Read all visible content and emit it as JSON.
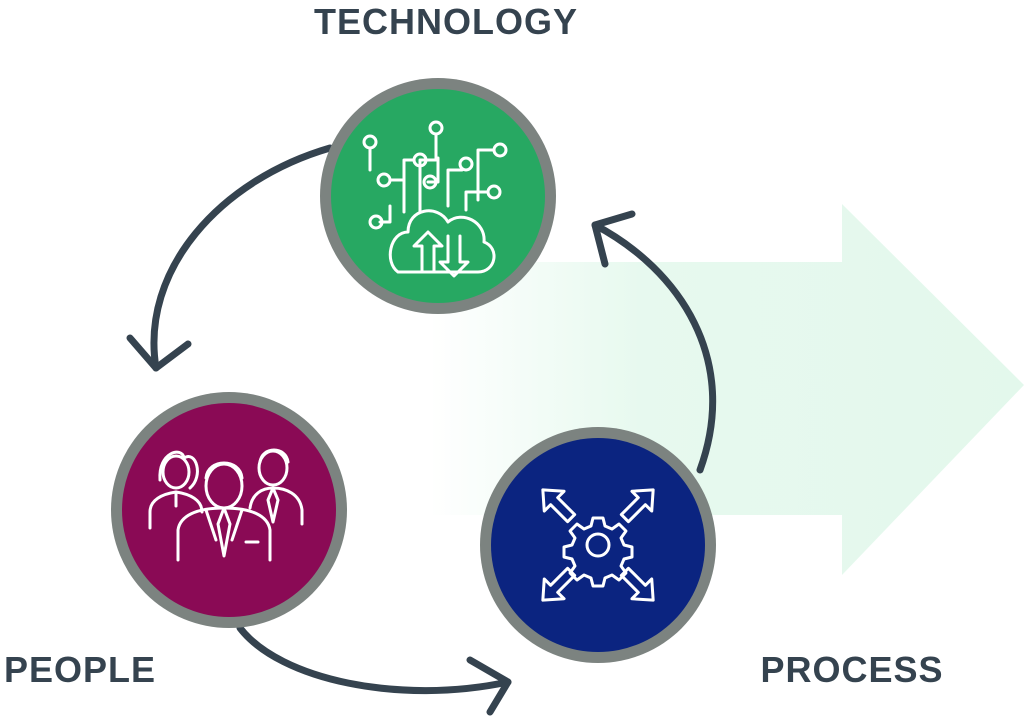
{
  "labels": {
    "technology": "TECHNOLOGY",
    "people": "PEOPLE",
    "process": "PROCESS"
  },
  "nodes": [
    {
      "id": "technology",
      "fill": "#27a862",
      "icon": "circuit-cloud-icon"
    },
    {
      "id": "people",
      "fill": "#8a0a55",
      "icon": "team-people-icon"
    },
    {
      "id": "process",
      "fill": "#0b2480",
      "icon": "gear-expand-icon"
    }
  ],
  "colors": {
    "ring": "#7c8380",
    "cycle_arrow": "#35434f",
    "big_arrow": "#e3f8ec",
    "label": "#35434f"
  }
}
